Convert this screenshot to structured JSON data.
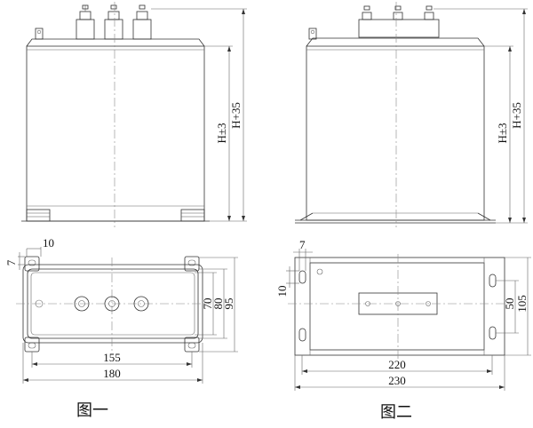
{
  "figure1": {
    "caption": "图一",
    "front": {
      "height_tol": "H±3",
      "height_total": "H+35"
    },
    "top": {
      "tab_width": "10",
      "tab_depth": "7",
      "inner_width": "70",
      "mid_width": "80",
      "outer_width": "95",
      "hole_spacing": "155",
      "overall_length": "180"
    }
  },
  "figure2": {
    "caption": "图二",
    "front": {
      "height_tol": "H±3",
      "height_total": "H+35"
    },
    "top": {
      "slot_width": "7",
      "slot_offset": "10",
      "hole_spacing_y": "50",
      "overall_width": "105",
      "hole_spacing_x": "220",
      "overall_length": "230"
    }
  }
}
